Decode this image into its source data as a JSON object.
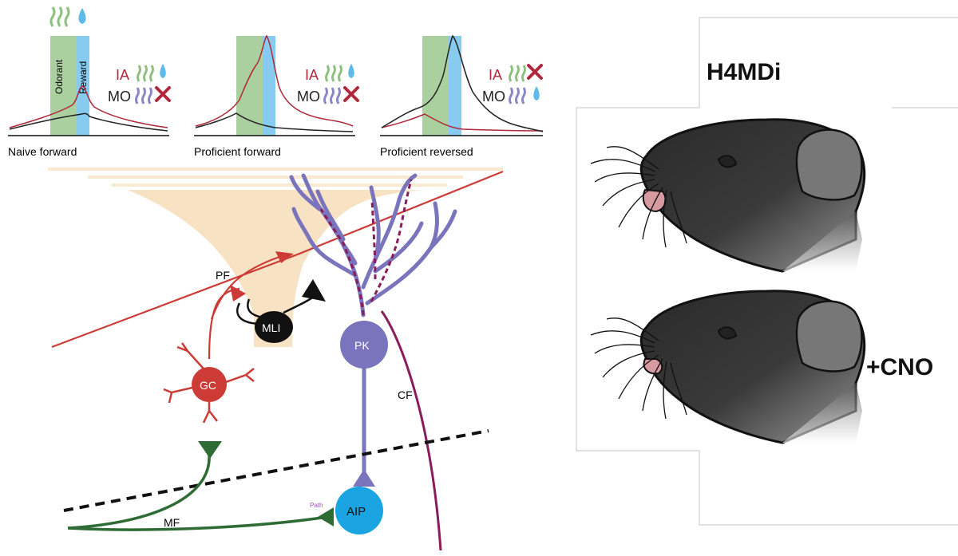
{
  "panels": [
    {
      "caption": "Naive forward",
      "ia_ok": true,
      "mo_ok": false
    },
    {
      "caption": "Proficient forward",
      "ia_ok": true,
      "mo_ok": false
    },
    {
      "caption": "Proficient reversed",
      "ia_ok": false,
      "mo_ok": true
    }
  ],
  "labels": {
    "odorant": "Odorant",
    "reward": "Reward",
    "ia": "IA",
    "mo": "MO",
    "pf": "PF",
    "mli": "MLI",
    "pk": "PK",
    "gc": "GC",
    "cf": "CF",
    "mf": "MF",
    "aip": "AIP",
    "path": "Path"
  },
  "mouse_panel": {
    "title": "H4MDi",
    "condition": "+CNO"
  },
  "colors": {
    "ia": "#b0283a",
    "mo": "#222222",
    "odor_band": "#8fc07f",
    "reward_band": "#5fb9ea",
    "pf_red": "#cc3b36",
    "pk_purple": "#7a74bd",
    "cf_maroon": "#8a1c5c",
    "mf_green": "#2f6b34",
    "aip_blue": "#1aa4e2",
    "molecular_layer": "#f7e3c4"
  }
}
